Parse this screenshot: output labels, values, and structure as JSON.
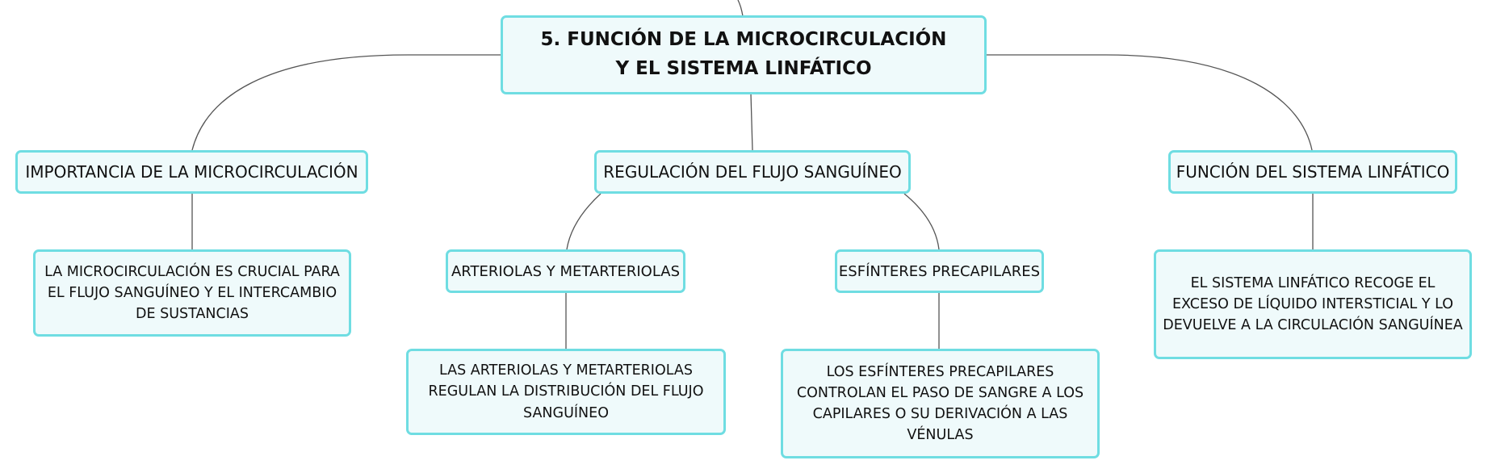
{
  "colors": {
    "node_fill": "#effafb",
    "node_border": "#6fdde2",
    "connector": "#555555",
    "text": "#111111"
  },
  "root": {
    "title": "5. FUNCIÓN DE LA MICROCIRCULACIÓN Y EL SISTEMA LINFÁTICO"
  },
  "branches": {
    "importance": {
      "label": "IMPORTANCIA DE LA MICROCIRCULACIÓN",
      "detail": "LA MICROCIRCULACIÓN ES CRUCIAL PARA EL FLUJO SANGUÍNEO Y EL INTERCAMBIO DE SUSTANCIAS"
    },
    "regulation": {
      "label": "REGULACIÓN DEL FLUJO SANGUÍNEO",
      "arterioles": {
        "label": "ARTERIOLAS Y METARTERIOLAS",
        "detail": "LAS ARTERIOLAS Y METARTERIOLAS REGULAN LA DISTRIBUCIÓN DEL FLUJO SANGUÍNEO"
      },
      "sphincters": {
        "label": "ESFÍNTERES PRECAPILARES",
        "detail": "LOS ESFÍNTERES PRECAPILARES CONTROLAN EL PASO DE SANGRE A LOS CAPILARES O SU DERIVACIÓN A LAS VÉNULAS"
      }
    },
    "lymphatic": {
      "label": "FUNCIÓN DEL SISTEMA LINFÁTICO",
      "detail": "EL SISTEMA LINFÁTICO RECOGE EL EXCESO DE LÍQUIDO INTERSTICIAL Y LO DEVUELVE A LA CIRCULACIÓN SANGUÍNEA"
    }
  }
}
